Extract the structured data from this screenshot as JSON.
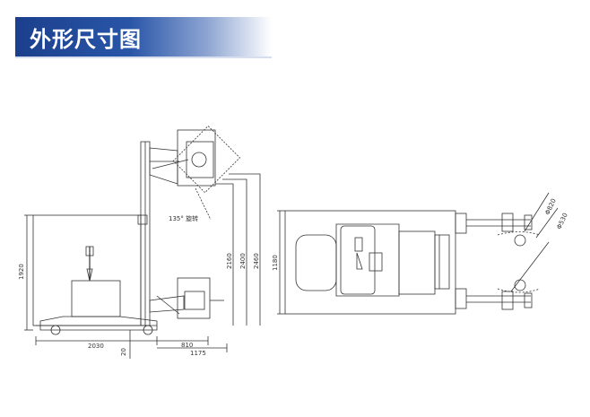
{
  "header": {
    "title": "外形尺寸图"
  },
  "side_view": {
    "rotation_label": "135° 旋转",
    "dims": {
      "height_left": "1920",
      "width_body": "2030",
      "overhang": "810",
      "offset": "20",
      "arm_width": "1175",
      "h1": "2160",
      "h2": "2400",
      "h3": "2460"
    }
  },
  "top_view": {
    "dims": {
      "width": "1180",
      "diameter_1": "Φ820",
      "diameter_2": "Φ530"
    }
  },
  "colors": {
    "banner": "#1b3f8c",
    "line": "#333333"
  }
}
